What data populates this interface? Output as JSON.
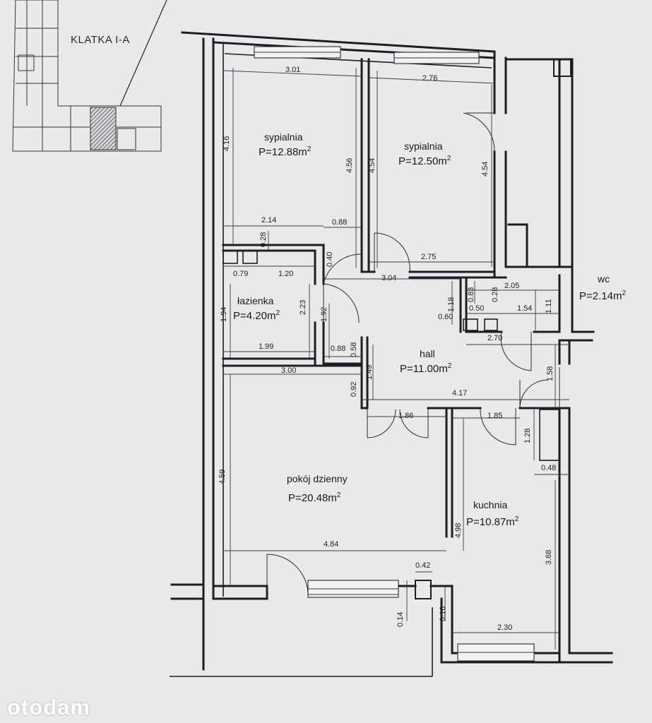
{
  "building": {
    "stair_label": "KLATKA I-A"
  },
  "rooms": [
    {
      "id": "bedroom1",
      "name": "sypialnia",
      "area": "P=12.88m",
      "exp": "2"
    },
    {
      "id": "bedroom2",
      "name": "sypialnia",
      "area": "P=12.50m",
      "exp": "2"
    },
    {
      "id": "bathroom",
      "name": "łazienka",
      "area": "P=4.20m",
      "exp": "2"
    },
    {
      "id": "wc",
      "name": "wc",
      "area": "P=2.14m",
      "exp": "2"
    },
    {
      "id": "hall",
      "name": "hall",
      "area": "P=11.00m",
      "exp": "2"
    },
    {
      "id": "living",
      "name": "pokój dzienny",
      "area": "P=20.48m",
      "exp": "2"
    },
    {
      "id": "kitchen",
      "name": "kuchnia",
      "area": "P=10.87m",
      "exp": "2"
    }
  ],
  "dimensions": {
    "d301": "3.01",
    "d276": "2.76",
    "d416": "4.16",
    "d456": "4.56",
    "d454a": "4.54",
    "d454b": "4.54",
    "d214": "2.14",
    "d088a": "0.88",
    "d028a": "0.28",
    "d040": "0.40",
    "d275": "2.75",
    "d079": "0.79",
    "d120": "1.20",
    "d304": "3.04",
    "d205": "2.05",
    "d118": "1.18",
    "d083": "0.83",
    "d050": "0.50",
    "d028b": "0.28",
    "d154": "1.54",
    "d111": "1.11",
    "d060": "0.60",
    "d194": "1.94",
    "d223": "2.23",
    "d192": "1.92",
    "d270": "2.70",
    "d199": "1.99",
    "d088b": "0.88",
    "d058": "0.58",
    "d300": "3.00",
    "d149": "1.49",
    "d158": "1.58",
    "d092": "0.92",
    "d417": "4.17",
    "d186": "1.86",
    "d185": "1.85",
    "d128": "1.28",
    "d048": "0.48",
    "d459": "4.59",
    "d498": "4.98",
    "d368": "3.68",
    "d484": "4.84",
    "d042": "0.42",
    "d014": "0.14",
    "d016": "0.16",
    "d230": "2.30"
  },
  "watermark": "otodam"
}
